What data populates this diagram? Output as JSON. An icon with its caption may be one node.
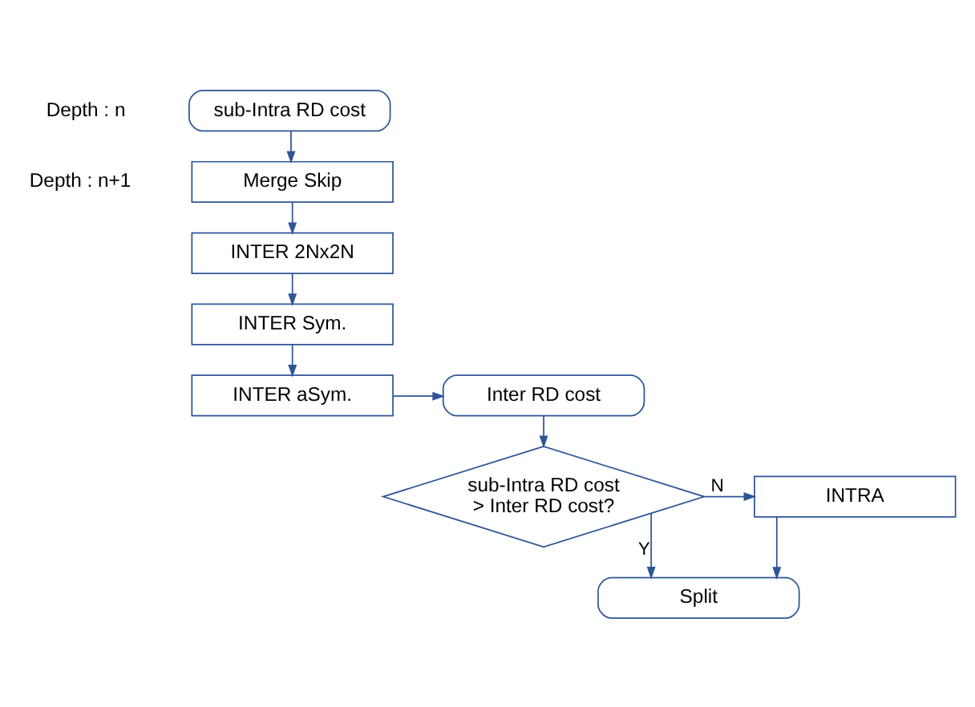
{
  "diagram": {
    "nodes": [
      {
        "text": [
          "sub-Intra RD cost"
        ]
      },
      {
        "text": [
          "Merge Skip"
        ]
      },
      {
        "text": [
          "INTER 2Nx2N"
        ]
      },
      {
        "text": [
          "INTER Sym."
        ]
      },
      {
        "text": [
          "INTER aSym."
        ]
      },
      {
        "text": [
          "Inter RD cost"
        ]
      },
      {
        "text": [
          "sub-Intra RD cost > Inter RD cost?"
        ]
      },
      {
        "text": [
          "INTRA"
        ]
      },
      {
        "text": [
          "Split"
        ]
      }
    ],
    "edges": [
      {
        "from": 0,
        "to": 1,
        "arrow": "to"
      },
      {
        "from": 1,
        "to": 2,
        "arrow": "to"
      },
      {
        "from": 2,
        "to": 3,
        "arrow": "to"
      },
      {
        "from": 3,
        "to": 4,
        "arrow": "to"
      },
      {
        "from": 4,
        "to": 5,
        "arrow": "to"
      },
      {
        "from": 5,
        "to": 6,
        "arrow": "to"
      },
      {
        "from": 6,
        "to": 7,
        "arrow": "to",
        "label": "N"
      },
      {
        "from": 7,
        "to": 8,
        "arrow": "to"
      },
      {
        "from": 6,
        "to": 8,
        "arrow": "to",
        "label": "Y"
      }
    ],
    "labels": [
      "Depth : n",
      "Depth : n+1"
    ]
  }
}
